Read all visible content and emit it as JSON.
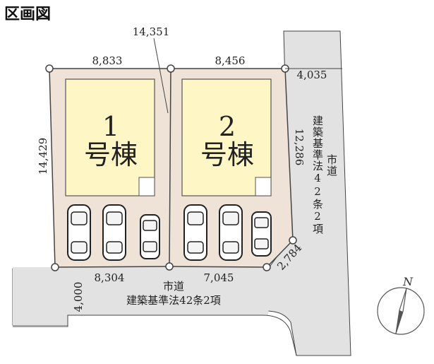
{
  "title": "区画図",
  "lots": [
    {
      "number": "1",
      "label": "号棟"
    },
    {
      "number": "2",
      "label": "号棟"
    }
  ],
  "dimensions": {
    "diagonal": "14,351",
    "top_left": "8,833",
    "top_right": "8,456",
    "right_top_corner": "4,035",
    "left_side": "14,429",
    "right_side": "12,286",
    "bottom_left": "8,304",
    "bottom_right": "7,045",
    "corner_cut": "2,784",
    "road_width_south": "4,000"
  },
  "roads": {
    "east": {
      "line1": "市道",
      "line2": "建築基準法42条2項"
    },
    "south": {
      "line1": "市道",
      "line2": "建築基準法42条2項"
    }
  },
  "compass": {
    "label": "N"
  },
  "colors": {
    "site": "#efe3d7",
    "building": "#fff6c6",
    "road": "#e2e2e2",
    "boundary": "#444444"
  }
}
